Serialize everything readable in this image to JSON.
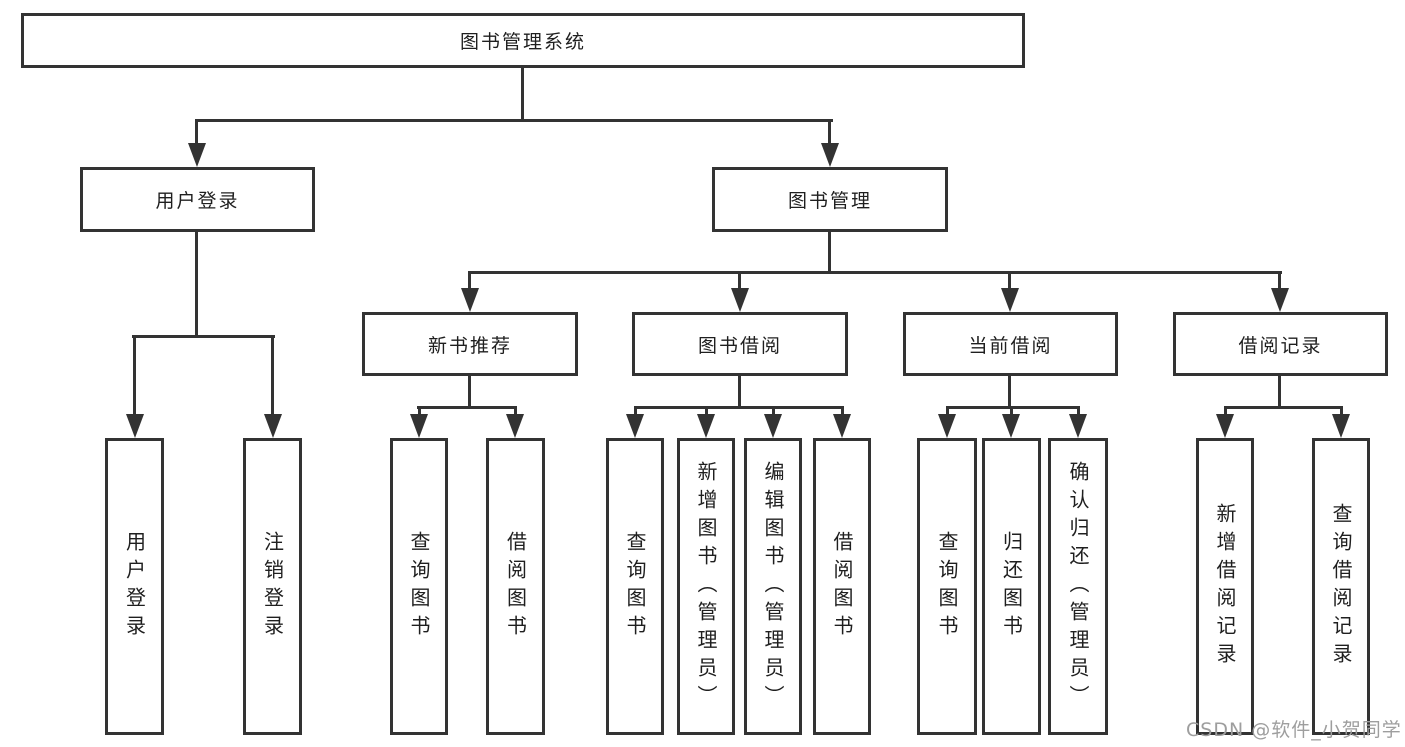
{
  "title": {
    "label": "图书管理系统"
  },
  "branches": {
    "user": {
      "label": "用户登录",
      "children": [
        {
          "label": "用户登录"
        },
        {
          "label": "注销登录"
        }
      ]
    },
    "books": {
      "label": "图书管理",
      "groups": [
        {
          "label": "新书推荐",
          "children": [
            {
              "label": "查询图书"
            },
            {
              "label": "借阅图书"
            }
          ]
        },
        {
          "label": "图书借阅",
          "children": [
            {
              "label": "查询图书"
            },
            {
              "label": "新增图书（管理员）"
            },
            {
              "label": "编辑图书（管理员）"
            },
            {
              "label": "借阅图书"
            }
          ]
        },
        {
          "label": "当前借阅",
          "children": [
            {
              "label": "查询图书"
            },
            {
              "label": "归还图书"
            },
            {
              "label": "确认归还（管理员）"
            }
          ]
        },
        {
          "label": "借阅记录",
          "children": [
            {
              "label": "新增借阅记录"
            },
            {
              "label": "查询借阅记录"
            }
          ]
        }
      ]
    }
  },
  "watermark": {
    "text": "CSDN @软件_小贺同学"
  },
  "colors": {
    "line": "#333333",
    "box_border": "#333333",
    "text": "#1f1f1f",
    "watermark": "#9e9e9e",
    "background": "#ffffff"
  }
}
